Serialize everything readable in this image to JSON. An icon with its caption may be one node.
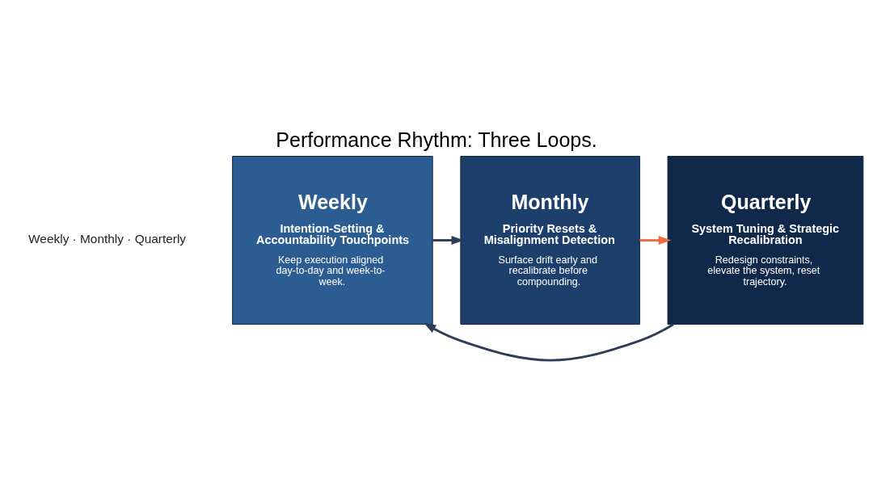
{
  "diagram": {
    "title": "Performance Rhythm: Three Loops.",
    "nodes": [
      {
        "text": [
          "Weekly",
          "Intention-Setting & Accountability Touchpoints",
          "Keep execution aligned day-to-day and week-to-week."
        ]
      },
      {
        "text": [
          "Monthly",
          "Priority Resets & Misalignment Detection",
          "Surface drift early and recalibrate before compounding."
        ]
      },
      {
        "text": [
          "Quarterly",
          "System Tuning & Strategic Recalibration",
          "Redesign constraints, elevate the system, reset trajectory."
        ]
      }
    ],
    "edges": [
      {
        "from": 0,
        "to": 1,
        "arrow": "to"
      },
      {
        "from": 1,
        "to": 2,
        "arrow": "to",
        "color": "#f26a3a"
      },
      {
        "from": 2,
        "to": 0,
        "arrow": "to"
      }
    ],
    "labels": [
      "Weekly · Monthly · Quarterly"
    ]
  }
}
